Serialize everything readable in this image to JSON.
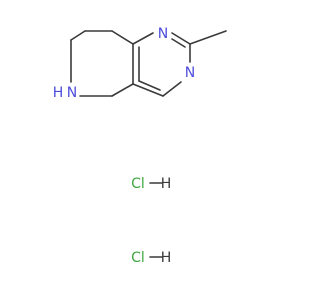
{
  "atoms": {
    "n1": "N",
    "n3": "N",
    "nh": "N",
    "nh_h": "H"
  },
  "salts": [
    {
      "cl": "Cl",
      "h": "H"
    },
    {
      "cl": "Cl",
      "h": "H"
    }
  ],
  "colors": {
    "bond": "#3a3a3a",
    "nitrogen": "#4d4ddd",
    "chlorine": "#3fa83f",
    "hydrogen": "#3a3a3a",
    "background": "#ffffff"
  }
}
